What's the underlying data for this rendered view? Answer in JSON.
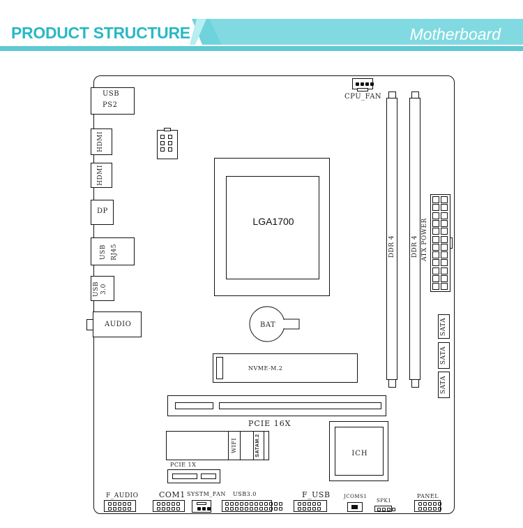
{
  "header": {
    "title": "PRODUCT STRUCTURE",
    "subtitle": "Motherboard",
    "colors": {
      "accent": "#29b8c4",
      "light": "#7fd8df",
      "band": "#5fc9d2"
    }
  },
  "board": {
    "rear_io": {
      "usb_ps2_line1": "USB",
      "usb_ps2_line2": "PS2",
      "hdmi1": "HDMI",
      "hdmi2": "HDMI",
      "dp": "DP",
      "usb_rj45_usb": "USB",
      "usb_rj45_rj45": "RJ45",
      "usb30_line1": "USB",
      "usb30_line2": "3.0",
      "audio": "AUDIO"
    },
    "cpu_fan": "CPU_FAN",
    "socket": "LGA1700",
    "ddr4_a": "DDR 4",
    "ddr4_b": "DDR 4",
    "atx_power": "ATX POWER",
    "sata": [
      "SATA",
      "SATA",
      "SATA"
    ],
    "bat": "BAT",
    "nvme": "NVME-M.2",
    "pcie16": "PCIE 16X",
    "wifi": "WIFI",
    "satam2": "SATAM.2",
    "pcie1x": "PCIE 1X",
    "ich": "ICH",
    "bottom": {
      "f_audio": "F_AUDIO",
      "com1": "COM1",
      "systm_fan": "SYSTM_FAN",
      "usb30": "USB3.0",
      "f_usb": "F_USB",
      "jcoms1": "JCOMS1",
      "spk1": "SPK1",
      "panel": "PANEL"
    }
  }
}
